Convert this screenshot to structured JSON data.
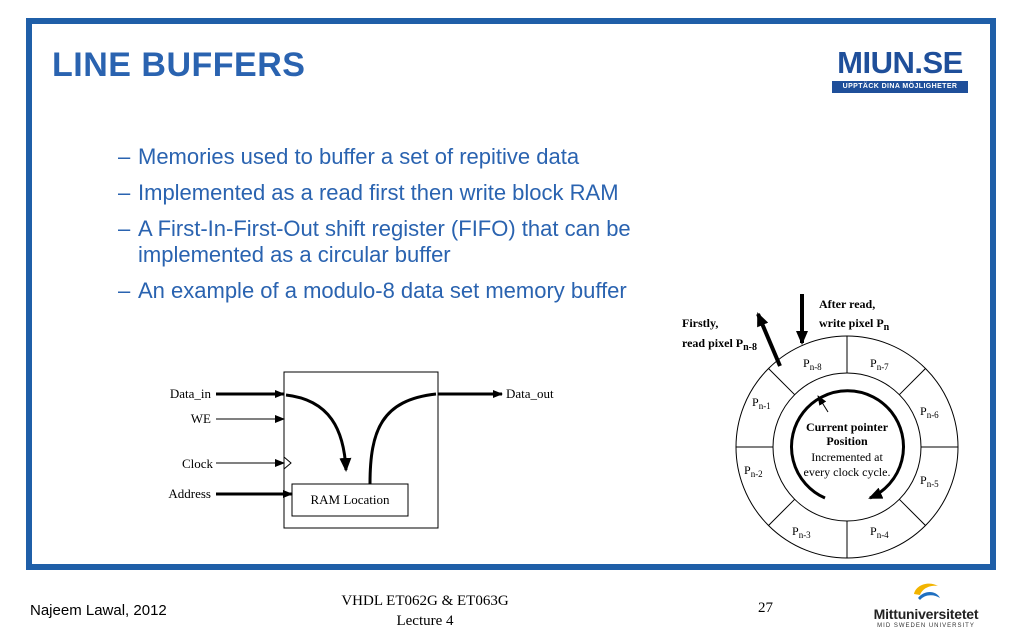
{
  "slide": {
    "title": "LINE BUFFERS",
    "logo": {
      "main": "MIUN.SE",
      "tagline": "UPPTÄCK DINA MÖJLIGHETER"
    },
    "bullets": [
      "Memories used to buffer a set of repitive data",
      "Implemented as a read first then write block RAM",
      "A First-In-First-Out shift register (FIFO) that can be implemented as a circular buffer",
      "An example of a modulo-8 data set memory buffer"
    ]
  },
  "block_diagram": {
    "inputs": [
      "Data_in",
      "WE",
      "Clock",
      "Address"
    ],
    "output": "Data_out",
    "ram_label": "RAM Location"
  },
  "ring": {
    "firstly_line1": "Firstly,",
    "firstly_line2": "read pixel P",
    "firstly_sub": "n-8",
    "after_line1": "After read,",
    "after_line2": "write pixel P",
    "after_sub": "n",
    "center_line1": "Current pointer",
    "center_line2": "Position",
    "center_line3": "Incremented at",
    "center_line4": "every clock cycle.",
    "segments": [
      {
        "base": "P",
        "sub": "n-8"
      },
      {
        "base": "P",
        "sub": "n-7"
      },
      {
        "base": "P",
        "sub": "n-6"
      },
      {
        "base": "P",
        "sub": "n-5"
      },
      {
        "base": "P",
        "sub": "n-4"
      },
      {
        "base": "P",
        "sub": "n-3"
      },
      {
        "base": "P",
        "sub": "n-2"
      },
      {
        "base": "P",
        "sub": "n-1"
      }
    ]
  },
  "footer": {
    "author": "Najeem Lawal, 2012",
    "course": "VHDL ET062G & ET063G",
    "lecture": "Lecture 4",
    "page": "27",
    "university": "Mittuniversitetet",
    "university_sub": "MID SWEDEN UNIVERSITY",
    "logo_colors": {
      "yellow": "#f2b400",
      "blue": "#1f6fc0"
    }
  }
}
